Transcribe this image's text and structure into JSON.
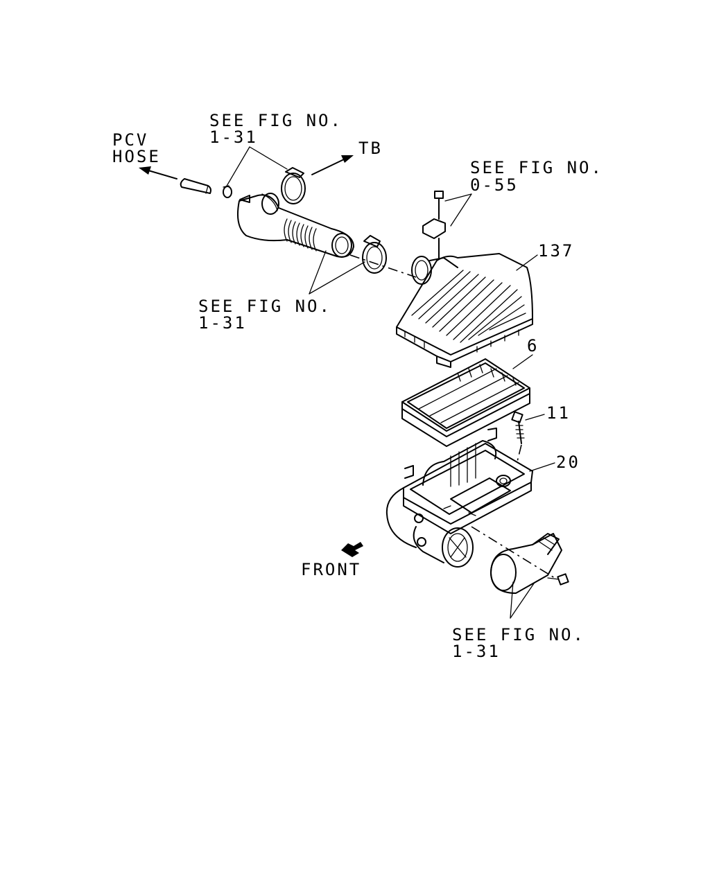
{
  "labels": {
    "pcv": "PCV",
    "hose": "HOSE",
    "tb": "TB",
    "see_fig_top_l1": "SEE FIG NO.",
    "see_fig_top_l2": "1-31",
    "see_fig_055_l1": "SEE FIG NO.",
    "see_fig_055_l2": "0-55",
    "see_fig_mid_l1": "SEE FIG NO.",
    "see_fig_mid_l2": "1-31",
    "see_fig_bot_l1": "SEE FIG NO.",
    "see_fig_bot_l2": "1-31",
    "front": "FRONT"
  },
  "callouts": {
    "upper_case": "137",
    "filter": "6",
    "bolt": "11",
    "lower_case": "20"
  }
}
